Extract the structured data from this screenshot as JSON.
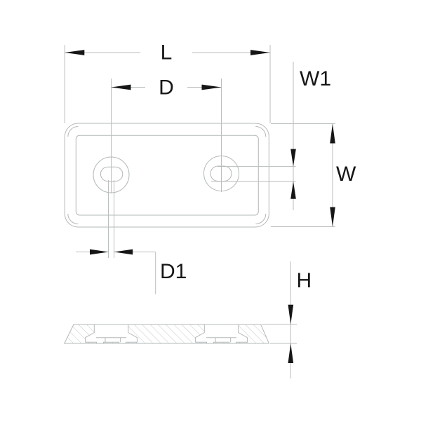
{
  "drawing": {
    "labels": {
      "length": "L",
      "hole_distance": "D",
      "slot_width": "W1",
      "width": "W",
      "hole_diameter": "D1",
      "height": "H"
    }
  }
}
